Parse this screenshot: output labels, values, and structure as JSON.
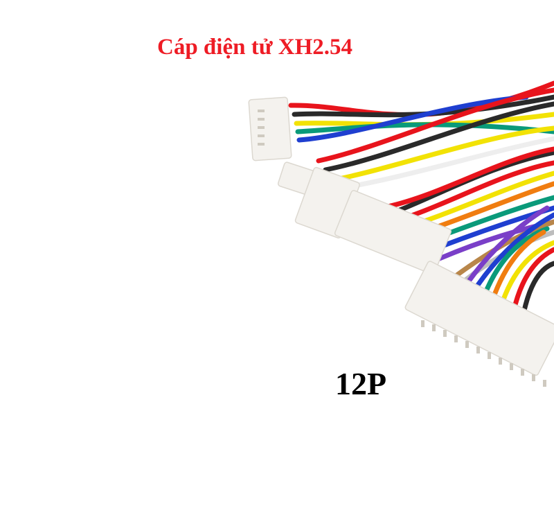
{
  "title": "Cáp điện tử XH2.54",
  "pin_label": "12P",
  "colors": {
    "title": "#ee1c25",
    "label": "#000000",
    "connector": "#f4f2ee",
    "wires": [
      "#e8141c",
      "#2a2a2a",
      "#f2e205",
      "#0a9a7a",
      "#1f3fd0",
      "#ffffff",
      "#f07d10",
      "#7a3fc8",
      "#b8864a",
      "#bdbdbd"
    ]
  },
  "product_photo": {
    "description": "XH2.54 wire harness cables with white connectors (6P, 4P, 9P, 12P) and multicolor wires"
  }
}
